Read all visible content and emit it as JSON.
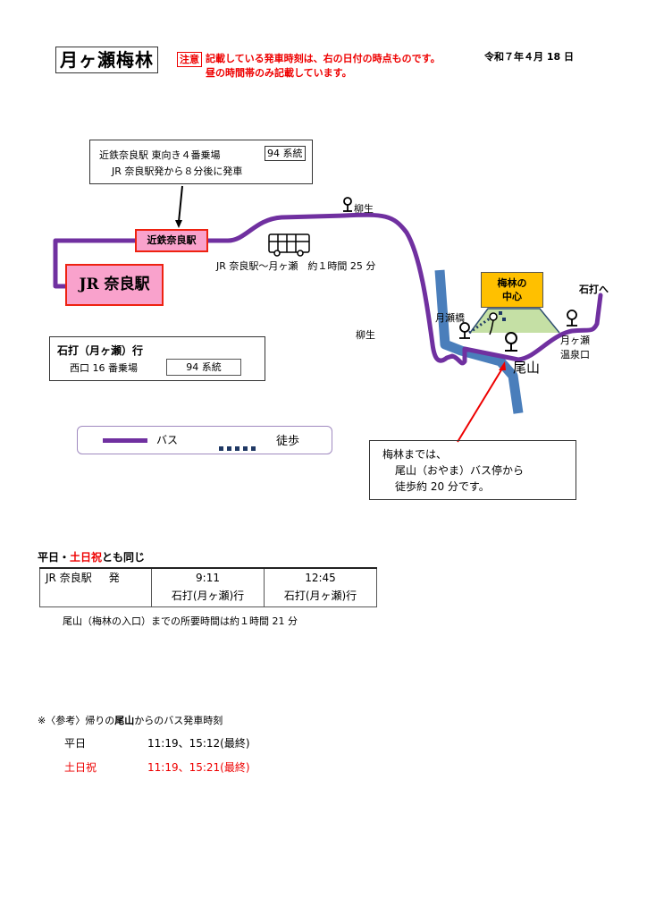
{
  "header": {
    "title": "月ヶ瀬梅林",
    "notice_tag": "注意",
    "notice_lines": [
      "記載している発車時刻は、右の日付の時点ものです。",
      "昼の時間帯のみ記載しています。"
    ],
    "date": "令和７年４月 18 日"
  },
  "map": {
    "boarding_callout": {
      "line1": "近鉄奈良駅 東向き４番乗場",
      "line2": "JR 奈良駅発から８分後に発車",
      "system": "94 系統"
    },
    "stations": {
      "kintetsu": "近鉄奈良駅",
      "jr": "JR 奈良駅"
    },
    "route_info": "JR 奈良駅～月ヶ瀬　約１時間 25 分",
    "stops": {
      "yagyu_top": "柳生",
      "yagyu_mid": "柳生",
      "tsukigase_bridge": "月瀬橋",
      "oyama": "尾山",
      "onsen": [
        "月ヶ瀬",
        "温泉口"
      ],
      "ishiuchi": "石打へ"
    },
    "center_box": [
      "梅林の",
      "中心"
    ],
    "destination_box": {
      "title": "石打（月ヶ瀬）行",
      "platform": "西口 16 番乗場",
      "system": "94 系統"
    },
    "legend": {
      "bus": "バス",
      "walk": "徒歩"
    },
    "walk_callout": {
      "lines": [
        "梅林までは、",
        "尾山（おやま）バス停から",
        "徒歩約 20 分です。"
      ]
    },
    "colors": {
      "bus_route": "#7030a0",
      "river": "#4a7ebb",
      "station_fill": "#f9a2cc",
      "station_border": "#e21c1c",
      "center_fill": "#ffc000",
      "hill": "#c5e0a5",
      "notice_red": "#e00000"
    }
  },
  "timetable": {
    "heading_prefix": "平日・",
    "heading_red": "土日祝",
    "heading_suffix": "とも同じ",
    "origin": "JR 奈良駅",
    "origin_suffix": "発",
    "departures": [
      {
        "time": "9:11",
        "dest": "石打(月ヶ瀬)行"
      },
      {
        "time": "12:45",
        "dest": "石打(月ヶ瀬)行"
      }
    ],
    "note": "尾山（梅林の入口）までの所要時間は約１時間 21 分"
  },
  "return": {
    "title_prefix": "※〈参考〉帰りの",
    "title_bold": "尾山",
    "title_suffix": "からのバス発車時刻",
    "rows": [
      {
        "label": "平日",
        "times": "11:19、15:12(最終)"
      },
      {
        "label": "土日祝",
        "times": "11:19、15:21(最終)"
      }
    ]
  }
}
